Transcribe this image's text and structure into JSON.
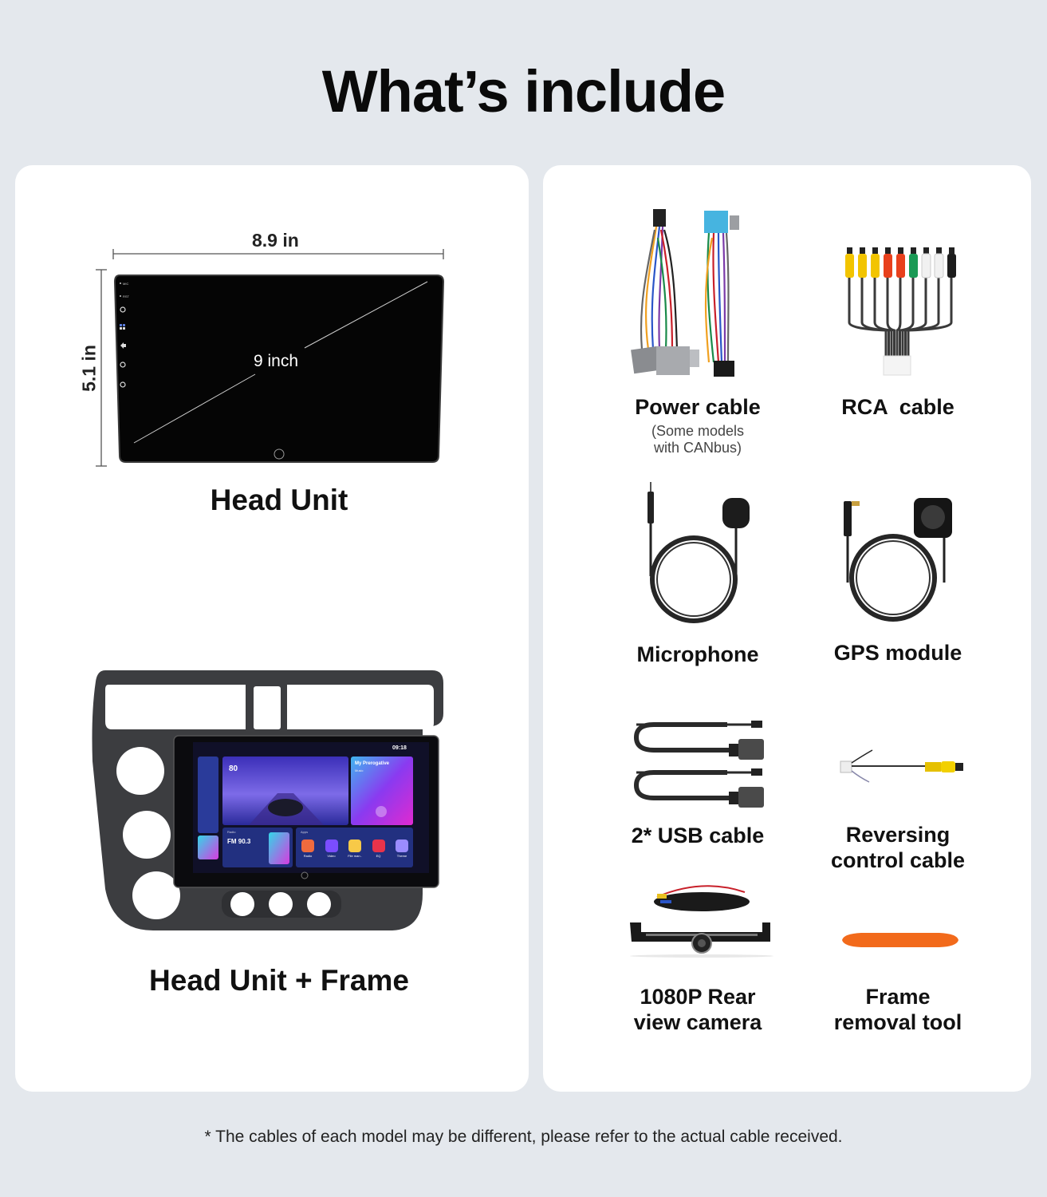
{
  "page": {
    "title": "What’s include",
    "footnote": "* The cables of each model may be different, please refer to the actual cable received."
  },
  "left_panel": {
    "head_unit": {
      "width_label": "8.9 in",
      "height_label": "5.1 in",
      "diagonal_label": "9 inch",
      "side_buttons": [
        "MIC",
        "RST",
        "power-icon",
        "apps-icon",
        "back-icon",
        "volume-up-icon",
        "volume-down-icon"
      ],
      "caption": "Head Unit"
    },
    "head_unit_frame": {
      "caption": "Head Unit + Frame",
      "screen": {
        "status_time": "09:18",
        "speed_value": "80",
        "music_title": "My Prerogative",
        "music_subtitle": "Music",
        "radio_label": "Radio",
        "radio_station": "FM 90.3",
        "apps_label": "Apps",
        "apps": [
          {
            "label": "Radio",
            "color": "#f06a3e"
          },
          {
            "label": "Video",
            "color": "#7b4dff"
          },
          {
            "label": "File man..",
            "color": "#f7c948"
          },
          {
            "label": "EQ",
            "color": "#e8334a"
          },
          {
            "label": "Theme",
            "color": "#9b8cff"
          }
        ]
      }
    }
  },
  "right_panel": {
    "items": [
      {
        "name": "power-cable",
        "label": "Power cable",
        "sublabel": "(Some models\nwith CANbus)"
      },
      {
        "name": "rca-cable",
        "label": "RCA  cable",
        "sublabel": ""
      },
      {
        "name": "microphone",
        "label": "Microphone",
        "sublabel": ""
      },
      {
        "name": "gps-module",
        "label": "GPS module",
        "sublabel": ""
      },
      {
        "name": "usb-cable",
        "label": "2* USB cable",
        "sublabel": ""
      },
      {
        "name": "reversing-cable",
        "label": "Reversing\ncontrol cable",
        "sublabel": ""
      },
      {
        "name": "rear-camera",
        "label": "1080P Rear\nview camera",
        "sublabel": ""
      },
      {
        "name": "removal-tool",
        "label": "Frame\nremoval tool",
        "sublabel": ""
      }
    ],
    "rca_plug_colors": [
      "#f2c400",
      "#f2c400",
      "#f2c400",
      "#e8401c",
      "#e8401c",
      "#1a9a55",
      "#f1f1f1",
      "#f1f1f1",
      "#1c1c1c"
    ],
    "tool_color": "#f26a1b"
  },
  "colors": {
    "background": "#e4e8ed",
    "panel": "#ffffff",
    "text": "#111111"
  }
}
